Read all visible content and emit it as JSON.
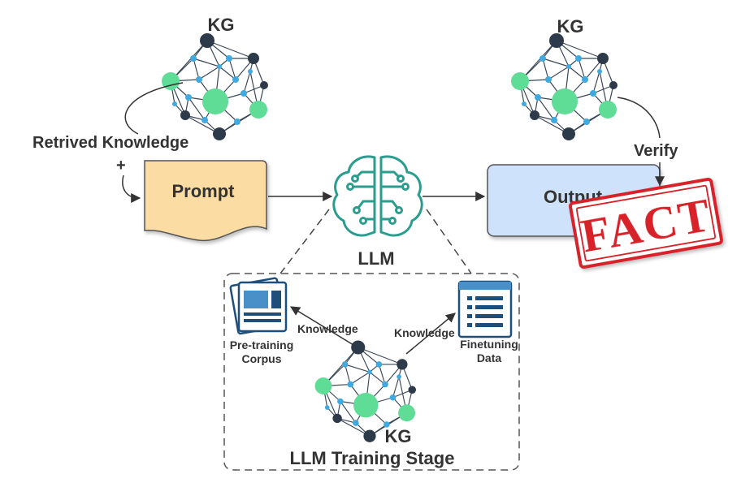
{
  "labels": {
    "kg_top_left": "KG",
    "kg_top_right": "KG",
    "kg_bottom": "KG",
    "retrieved_knowledge": "Retrived Knowledge",
    "plus": "+",
    "prompt": "Prompt",
    "llm": "LLM",
    "output": "Output",
    "verify": "Verify",
    "fact_stamp": "FACT",
    "knowledge_left": "Knowledge",
    "knowledge_right": "Knowledge",
    "pretraining_line1": "Pre-training",
    "pretraining_line2": "Corpus",
    "finetuning_line1": "Finetuning",
    "finetuning_line2": "Data",
    "training_stage": "LLM Training Stage"
  },
  "colors": {
    "prompt_fill": "#fbdca3",
    "output_fill": "#cfe2fb",
    "llm_icon": "#2a9d8f",
    "kg_green": "#5fdc96",
    "kg_blue": "#3fa9e0",
    "kg_dark": "#2d3a4a",
    "stamp_red": "#d8202a"
  },
  "icons": {
    "llm": "brain-circuit-icon",
    "pretraining": "document-stack-icon",
    "finetuning": "list-document-icon"
  }
}
